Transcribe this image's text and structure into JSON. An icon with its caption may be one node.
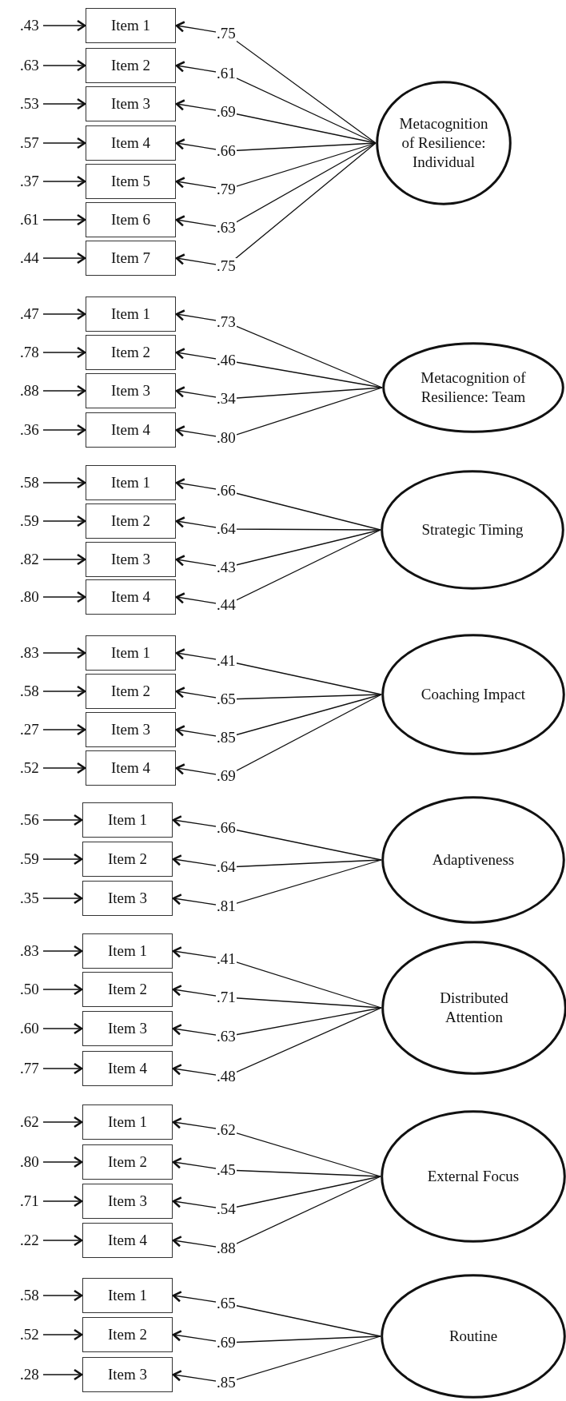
{
  "diagram": {
    "nodes": [
      {
        "text": [
          "Item 1"
        ]
      },
      {
        "text": [
          "Item 2"
        ]
      },
      {
        "text": [
          "Item 3"
        ]
      },
      {
        "text": [
          "Item 4"
        ]
      },
      {
        "text": [
          "Item 5"
        ]
      },
      {
        "text": [
          "Item 6"
        ]
      },
      {
        "text": [
          "Item 7"
        ]
      },
      {
        "text": [
          "Metacognition of Resilience: Individual"
        ]
      },
      {
        "text": [
          "Item 1"
        ]
      },
      {
        "text": [
          "Item 2"
        ]
      },
      {
        "text": [
          "Item 3"
        ]
      },
      {
        "text": [
          "Item 4"
        ]
      },
      {
        "text": [
          "Metacognition of Resilience: Team"
        ]
      },
      {
        "text": [
          "Item 1"
        ]
      },
      {
        "text": [
          "Item 2"
        ]
      },
      {
        "text": [
          "Item 3"
        ]
      },
      {
        "text": [
          "Item 4"
        ]
      },
      {
        "text": [
          "Strategic Timing"
        ]
      },
      {
        "text": [
          "Item 1"
        ]
      },
      {
        "text": [
          "Item 2"
        ]
      },
      {
        "text": [
          "Item 3"
        ]
      },
      {
        "text": [
          "Item 4"
        ]
      },
      {
        "text": [
          "Coaching Impact"
        ]
      },
      {
        "text": [
          "Item 1"
        ]
      },
      {
        "text": [
          "Item 2"
        ]
      },
      {
        "text": [
          "Item 3"
        ]
      },
      {
        "text": [
          "Adaptiveness"
        ]
      },
      {
        "text": [
          "Item 1"
        ]
      },
      {
        "text": [
          "Item 2"
        ]
      },
      {
        "text": [
          "Item 3"
        ]
      },
      {
        "text": [
          "Item 4"
        ]
      },
      {
        "text": [
          "Distributed Attention"
        ]
      },
      {
        "text": [
          "Item 1"
        ]
      },
      {
        "text": [
          "Item 2"
        ]
      },
      {
        "text": [
          "Item 3"
        ]
      },
      {
        "text": [
          "Item 4"
        ]
      },
      {
        "text": [
          "External Focus"
        ]
      },
      {
        "text": [
          "Item 1"
        ]
      },
      {
        "text": [
          "Item 2"
        ]
      },
      {
        "text": [
          "Item 3"
        ]
      },
      {
        "text": [
          "Routine"
        ]
      }
    ],
    "edges": [
      {
        "from": null,
        "to": 0,
        "arrow": "to",
        "label": ".43"
      },
      {
        "from": null,
        "to": 1,
        "arrow": "to",
        "label": ".63"
      },
      {
        "from": null,
        "to": 2,
        "arrow": "to",
        "label": ".53"
      },
      {
        "from": null,
        "to": 3,
        "arrow": "to",
        "label": ".57"
      },
      {
        "from": null,
        "to": 4,
        "arrow": "to",
        "label": ".37"
      },
      {
        "from": null,
        "to": 5,
        "arrow": "to",
        "label": ".61"
      },
      {
        "from": null,
        "to": 6,
        "arrow": "to",
        "label": ".44"
      },
      {
        "from": 7,
        "to": 0,
        "arrow": "to",
        "label": ".75"
      },
      {
        "from": 7,
        "to": 1,
        "arrow": "to",
        "label": ".61"
      },
      {
        "from": 7,
        "to": 2,
        "arrow": "to",
        "label": ".69"
      },
      {
        "from": 7,
        "to": 3,
        "arrow": "to",
        "label": ".66"
      },
      {
        "from": 7,
        "to": 4,
        "arrow": "to",
        "label": ".79"
      },
      {
        "from": 7,
        "to": 5,
        "arrow": "to",
        "label": ".63"
      },
      {
        "from": 7,
        "to": 6,
        "arrow": "to",
        "label": ".75"
      },
      {
        "from": null,
        "to": 8,
        "arrow": "to",
        "label": ".47"
      },
      {
        "from": null,
        "to": 9,
        "arrow": "to",
        "label": ".78"
      },
      {
        "from": null,
        "to": 10,
        "arrow": "to",
        "label": ".88"
      },
      {
        "from": null,
        "to": 11,
        "arrow": "to",
        "label": ".36"
      },
      {
        "from": 12,
        "to": 8,
        "arrow": "to",
        "label": ".73"
      },
      {
        "from": 12,
        "to": 9,
        "arrow": "to",
        "label": ".46"
      },
      {
        "from": 12,
        "to": 10,
        "arrow": "to",
        "label": ".34"
      },
      {
        "from": 12,
        "to": 11,
        "arrow": "to",
        "label": ".80"
      },
      {
        "from": null,
        "to": 13,
        "arrow": "to",
        "label": ".58"
      },
      {
        "from": null,
        "to": 14,
        "arrow": "to",
        "label": ".59"
      },
      {
        "from": null,
        "to": 15,
        "arrow": "to",
        "label": ".82"
      },
      {
        "from": null,
        "to": 16,
        "arrow": "to",
        "label": ".80"
      },
      {
        "from": 17,
        "to": 13,
        "arrow": "to",
        "label": ".66"
      },
      {
        "from": 17,
        "to": 14,
        "arrow": "to",
        "label": ".64"
      },
      {
        "from": 17,
        "to": 15,
        "arrow": "to",
        "label": ".43"
      },
      {
        "from": 17,
        "to": 16,
        "arrow": "to",
        "label": ".44"
      },
      {
        "from": null,
        "to": 18,
        "arrow": "to",
        "label": ".83"
      },
      {
        "from": null,
        "to": 19,
        "arrow": "to",
        "label": ".58"
      },
      {
        "from": null,
        "to": 20,
        "arrow": "to",
        "label": ".27"
      },
      {
        "from": null,
        "to": 21,
        "arrow": "to",
        "label": ".52"
      },
      {
        "from": 22,
        "to": 18,
        "arrow": "to",
        "label": ".41"
      },
      {
        "from": 22,
        "to": 19,
        "arrow": "to",
        "label": ".65"
      },
      {
        "from": 22,
        "to": 20,
        "arrow": "to",
        "label": ".85"
      },
      {
        "from": 22,
        "to": 21,
        "arrow": "to",
        "label": ".69"
      },
      {
        "from": null,
        "to": 23,
        "arrow": "to",
        "label": ".56"
      },
      {
        "from": null,
        "to": 24,
        "arrow": "to",
        "label": ".59"
      },
      {
        "from": null,
        "to": 25,
        "arrow": "to",
        "label": ".35"
      },
      {
        "from": 26,
        "to": 23,
        "arrow": "to",
        "label": ".66"
      },
      {
        "from": 26,
        "to": 24,
        "arrow": "to",
        "label": ".64"
      },
      {
        "from": 26,
        "to": 25,
        "arrow": "to",
        "label": ".81"
      },
      {
        "from": null,
        "to": 27,
        "arrow": "to",
        "label": ".83"
      },
      {
        "from": null,
        "to": 28,
        "arrow": "to",
        "label": ".50"
      },
      {
        "from": null,
        "to": 29,
        "arrow": "to",
        "label": ".60"
      },
      {
        "from": null,
        "to": 30,
        "arrow": "to",
        "label": ".77"
      },
      {
        "from": 31,
        "to": 27,
        "arrow": "to",
        "label": ".41"
      },
      {
        "from": 31,
        "to": 28,
        "arrow": "to",
        "label": ".71"
      },
      {
        "from": 31,
        "to": 29,
        "arrow": "to",
        "label": ".63"
      },
      {
        "from": 31,
        "to": 30,
        "arrow": "to",
        "label": ".48"
      },
      {
        "from": null,
        "to": 32,
        "arrow": "to",
        "label": ".62"
      },
      {
        "from": null,
        "to": 33,
        "arrow": "to",
        "label": ".80"
      },
      {
        "from": null,
        "to": 34,
        "arrow": "to",
        "label": ".71"
      },
      {
        "from": null,
        "to": 35,
        "arrow": "to",
        "label": ".22"
      },
      {
        "from": 36,
        "to": 32,
        "arrow": "to",
        "label": ".62"
      },
      {
        "from": 36,
        "to": 33,
        "arrow": "to",
        "label": ".45"
      },
      {
        "from": 36,
        "to": 34,
        "arrow": "to",
        "label": ".54"
      },
      {
        "from": 36,
        "to": 35,
        "arrow": "to",
        "label": ".88"
      },
      {
        "from": null,
        "to": 37,
        "arrow": "to",
        "label": ".58"
      },
      {
        "from": null,
        "to": 38,
        "arrow": "to",
        "label": ".52"
      },
      {
        "from": null,
        "to": 39,
        "arrow": "to",
        "label": ".28"
      },
      {
        "from": 40,
        "to": 37,
        "arrow": "to",
        "label": ".65"
      },
      {
        "from": 40,
        "to": 38,
        "arrow": "to",
        "label": ".69"
      },
      {
        "from": 40,
        "to": 39,
        "arrow": "to",
        "label": ".85"
      }
    ]
  }
}
